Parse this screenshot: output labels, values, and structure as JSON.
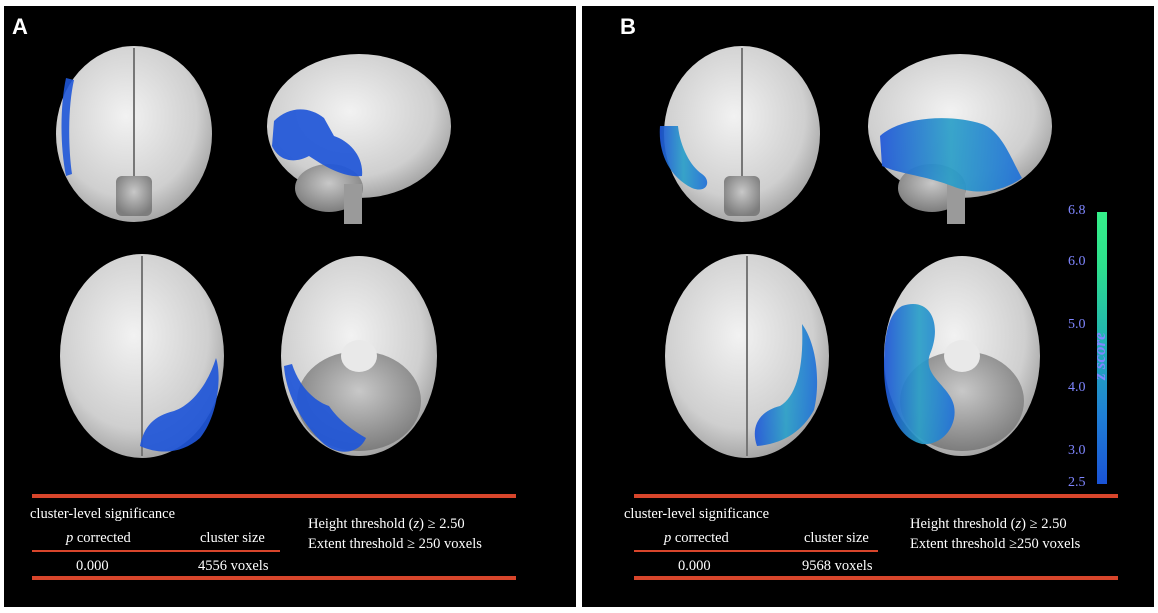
{
  "panels": [
    {
      "letter": "A",
      "cluster_title": "cluster-level significance",
      "col_p": "corrected",
      "col_p_italic": "p",
      "col_size": "cluster size",
      "p_value": "0.000",
      "cluster_size": "4556 voxels",
      "height_prefix": "Height threshold (",
      "height_var": "z",
      "height_suffix": ") ≥ 2.50",
      "extent": "Extent threshold  ≥ 250 voxels"
    },
    {
      "letter": "B",
      "cluster_title": "cluster-level significance",
      "col_p": "corrected",
      "col_p_italic": "p",
      "col_size": "cluster size",
      "p_value": "0.000",
      "cluster_size": "9568 voxels",
      "height_prefix": "Height threshold (",
      "height_var": "z",
      "height_suffix": ") ≥ 2.50",
      "extent": "Extent threshold ≥250 voxels"
    }
  ],
  "colorbar": {
    "label": "z score",
    "ticks": [
      "6.8",
      "6.0",
      "5.0",
      "4.0",
      "3.0",
      "2.5"
    ],
    "tick_values": [
      6.8,
      6.0,
      5.0,
      4.0,
      3.0,
      2.5
    ],
    "min": 2.5,
    "max": 6.8,
    "colors": {
      "low": "#1a53d6",
      "high": "#35f08a"
    }
  },
  "colors": {
    "divider": "#d8452b",
    "background": "#000000",
    "text": "#ffffff",
    "tick_text": "#7f86ff"
  }
}
